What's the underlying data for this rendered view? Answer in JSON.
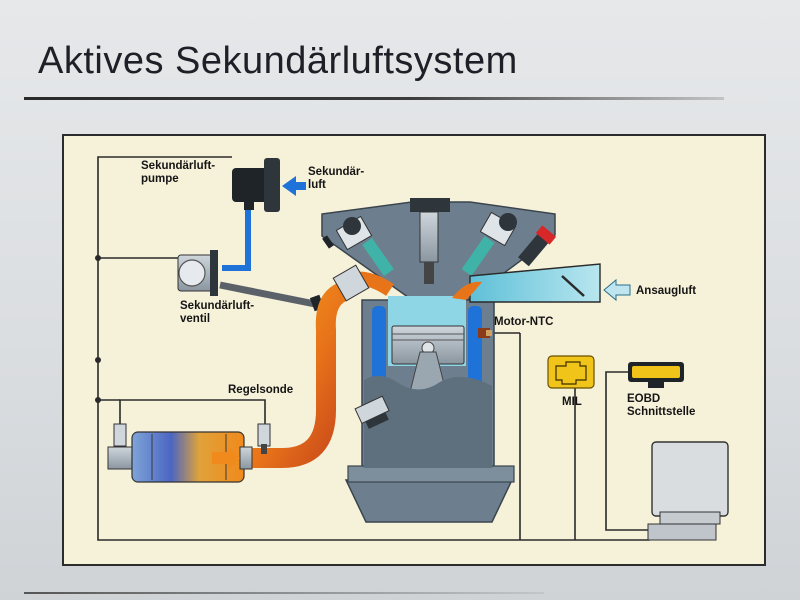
{
  "slide": {
    "title": "Aktives Sekundärluftsystem"
  },
  "diagram": {
    "labels": {
      "pump_line1": "Sekundärluft-",
      "pump_line2": "pumpe",
      "air_line1": "Sekundär-",
      "air_line2": "luft",
      "valve_line1": "Sekundärluft-",
      "valve_line2": "ventil",
      "intake": "Ansaugluft",
      "motor_ntc": "Motor-NTC",
      "regelsonde": "Regelsonde",
      "mil": "MIL",
      "eobd_line1": "EOBD",
      "eobd_line2": "Schnittstelle"
    },
    "colors": {
      "panel_bg": "#f6f1d9",
      "secondary_air_blue": "#1e72d8",
      "exhaust_orange": "#e8741a",
      "intake_cyan": "#8ed6e6",
      "engine_gray": "#6d7f8e",
      "mil_yellow": "#f0c419"
    }
  }
}
